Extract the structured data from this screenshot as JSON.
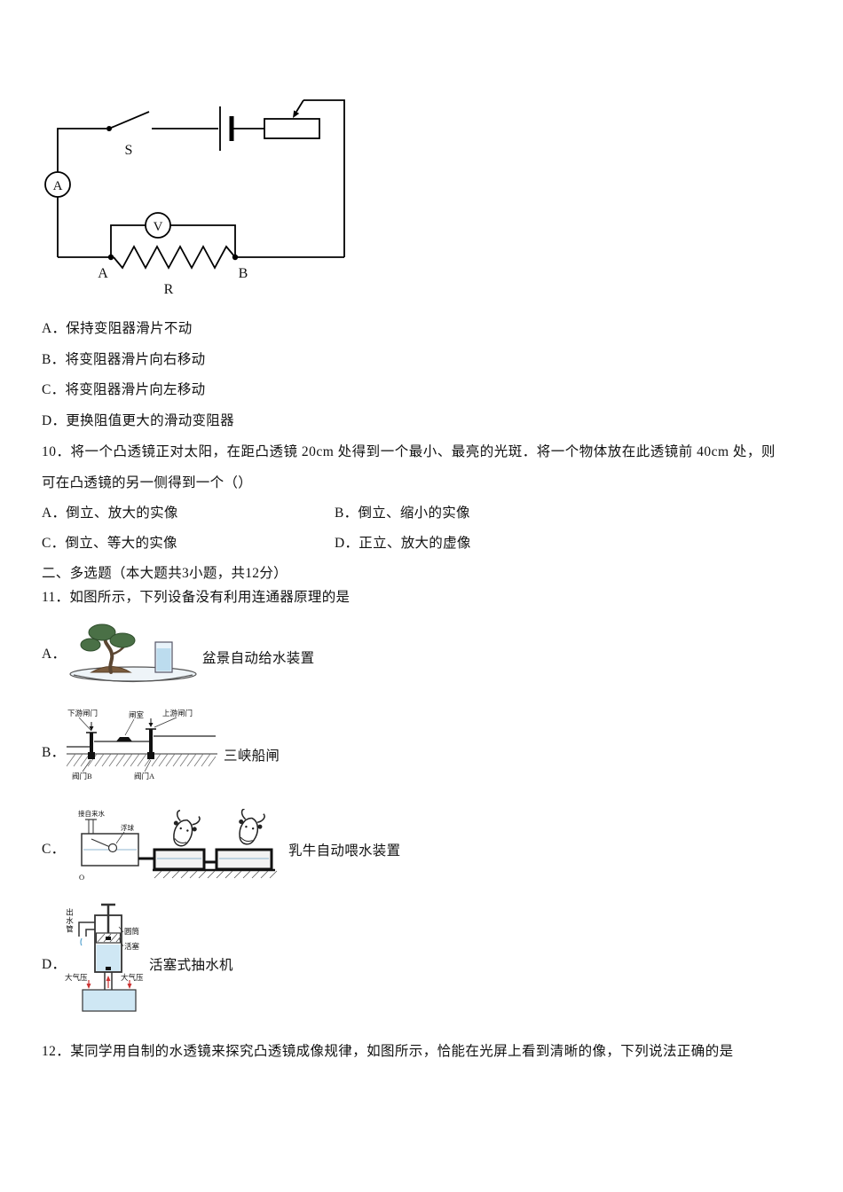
{
  "circuit": {
    "switch": "S",
    "ammeter": "A",
    "voltmeter": "V",
    "resistor": "R",
    "terminal_left": "A",
    "terminal_right": "B"
  },
  "q9": {
    "options": [
      {
        "label": "A．",
        "text": "保持变阻器滑片不动"
      },
      {
        "label": "B．",
        "text": "将变阻器滑片向右移动"
      },
      {
        "label": "C．",
        "text": "将变阻器滑片向左移动"
      },
      {
        "label": "D．",
        "text": "更换阻值更大的滑动变阻器"
      }
    ]
  },
  "q10": {
    "stem_line1": "10．将一个凸透镜正对太阳，在距凸透镜 20cm 处得到一个最小、最亮的光斑．将一个物体放在此透镜前 40cm 处，则",
    "stem_line2": "可在凸透镜的另一侧得到一个（）",
    "options": [
      {
        "label": "A．",
        "text": "倒立、放大的实像"
      },
      {
        "label": "B．",
        "text": "倒立、缩小的实像"
      },
      {
        "label": "C．",
        "text": "倒立、等大的实像"
      },
      {
        "label": "D．",
        "text": "正立、放大的虚像"
      }
    ]
  },
  "section2_title": "二、多选题（本大题共3小题，共12分）",
  "q11": {
    "stem": "11．如图所示，下列设备没有利用连通器原理的是",
    "options": [
      {
        "label": "A．",
        "caption": "盆景自动给水装置"
      },
      {
        "label": "B．",
        "caption": "三峡船闸"
      },
      {
        "label": "C．",
        "caption": "乳牛自动喂水装置"
      },
      {
        "label": "D．",
        "caption": "活塞式抽水机"
      }
    ],
    "lock": {
      "gate_down": "下游闸门",
      "chamber": "闸室",
      "gate_up": "上游闸门",
      "valve_b": "阀门B",
      "valve_a": "阀门A"
    },
    "cow": {
      "tap": "接自来水",
      "float": "浮球",
      "origin": "O"
    },
    "pump": {
      "outlet": "出水管",
      "cylinder": "圆筒",
      "piston": "活塞",
      "atm_left": "大气压",
      "atm_right": "大气压"
    }
  },
  "q12": {
    "stem": "12．某同学用自制的水透镜来探究凸透镜成像规律，如图所示，恰能在光屏上看到清晰的像，下列说法正确的是"
  }
}
